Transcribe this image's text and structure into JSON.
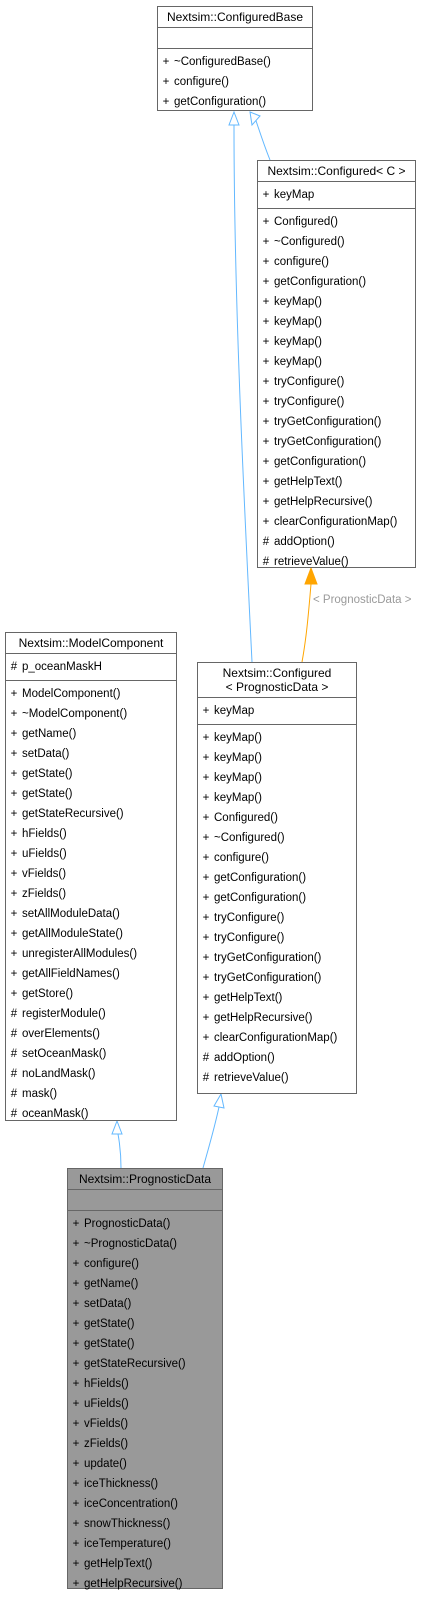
{
  "diagram": {
    "edge_label": "< PrognosticData >",
    "boxes": {
      "configured_base": {
        "title": "Nextsim::ConfiguredBase",
        "attributes": [],
        "methods": [
          {
            "v": "+",
            "n": "~ConfiguredBase()"
          },
          {
            "v": "+",
            "n": "configure()"
          },
          {
            "v": "+",
            "n": "getConfiguration()"
          }
        ]
      },
      "configured_c": {
        "title": "Nextsim::Configured< C >",
        "attributes": [
          {
            "v": "+",
            "n": "keyMap"
          }
        ],
        "methods": [
          {
            "v": "+",
            "n": "Configured()"
          },
          {
            "v": "+",
            "n": "~Configured()"
          },
          {
            "v": "+",
            "n": "configure()"
          },
          {
            "v": "+",
            "n": "getConfiguration()"
          },
          {
            "v": "+",
            "n": "keyMap()"
          },
          {
            "v": "+",
            "n": "keyMap()"
          },
          {
            "v": "+",
            "n": "keyMap()"
          },
          {
            "v": "+",
            "n": "keyMap()"
          },
          {
            "v": "+",
            "n": "tryConfigure()"
          },
          {
            "v": "+",
            "n": "tryConfigure()"
          },
          {
            "v": "+",
            "n": "tryGetConfiguration()"
          },
          {
            "v": "+",
            "n": "tryGetConfiguration()"
          },
          {
            "v": "+",
            "n": "getConfiguration()"
          },
          {
            "v": "+",
            "n": "getHelpText()"
          },
          {
            "v": "+",
            "n": "getHelpRecursive()"
          },
          {
            "v": "+",
            "n": "clearConfigurationMap()"
          },
          {
            "v": "#",
            "n": "addOption()"
          },
          {
            "v": "#",
            "n": "retrieveValue()"
          }
        ]
      },
      "model_component": {
        "title": "Nextsim::ModelComponent",
        "attributes": [
          {
            "v": "#",
            "n": "p_oceanMaskH"
          }
        ],
        "methods": [
          {
            "v": "+",
            "n": "ModelComponent()"
          },
          {
            "v": "+",
            "n": "~ModelComponent()"
          },
          {
            "v": "+",
            "n": "getName()"
          },
          {
            "v": "+",
            "n": "setData()"
          },
          {
            "v": "+",
            "n": "getState()"
          },
          {
            "v": "+",
            "n": "getState()"
          },
          {
            "v": "+",
            "n": "getStateRecursive()"
          },
          {
            "v": "+",
            "n": "hFields()"
          },
          {
            "v": "+",
            "n": "uFields()"
          },
          {
            "v": "+",
            "n": "vFields()"
          },
          {
            "v": "+",
            "n": "zFields()"
          },
          {
            "v": "+",
            "n": "setAllModuleData()"
          },
          {
            "v": "+",
            "n": "getAllModuleState()"
          },
          {
            "v": "+",
            "n": "unregisterAllModules()"
          },
          {
            "v": "+",
            "n": "getAllFieldNames()"
          },
          {
            "v": "+",
            "n": "getStore()"
          },
          {
            "v": "#",
            "n": "registerModule()"
          },
          {
            "v": "#",
            "n": "overElements()"
          },
          {
            "v": "#",
            "n": "setOceanMask()"
          },
          {
            "v": "#",
            "n": "noLandMask()"
          },
          {
            "v": "#",
            "n": "mask()"
          },
          {
            "v": "#",
            "n": "oceanMask()"
          }
        ]
      },
      "configured_pd": {
        "title_line1": "Nextsim::Configured",
        "title_line2": "< PrognosticData >",
        "attributes": [
          {
            "v": "+",
            "n": "keyMap"
          }
        ],
        "methods": [
          {
            "v": "+",
            "n": "keyMap()"
          },
          {
            "v": "+",
            "n": "keyMap()"
          },
          {
            "v": "+",
            "n": "keyMap()"
          },
          {
            "v": "+",
            "n": "keyMap()"
          },
          {
            "v": "+",
            "n": "Configured()"
          },
          {
            "v": "+",
            "n": "~Configured()"
          },
          {
            "v": "+",
            "n": "configure()"
          },
          {
            "v": "+",
            "n": "getConfiguration()"
          },
          {
            "v": "+",
            "n": "getConfiguration()"
          },
          {
            "v": "+",
            "n": "tryConfigure()"
          },
          {
            "v": "+",
            "n": "tryConfigure()"
          },
          {
            "v": "+",
            "n": "tryGetConfiguration()"
          },
          {
            "v": "+",
            "n": "tryGetConfiguration()"
          },
          {
            "v": "+",
            "n": "getHelpText()"
          },
          {
            "v": "+",
            "n": "getHelpRecursive()"
          },
          {
            "v": "+",
            "n": "clearConfigurationMap()"
          },
          {
            "v": "#",
            "n": "addOption()"
          },
          {
            "v": "#",
            "n": "retrieveValue()"
          }
        ]
      },
      "prognostic_data": {
        "title": "Nextsim::PrognosticData",
        "attributes": [],
        "methods": [
          {
            "v": "+",
            "n": "PrognosticData()"
          },
          {
            "v": "+",
            "n": "~PrognosticData()"
          },
          {
            "v": "+",
            "n": "configure()"
          },
          {
            "v": "+",
            "n": "getName()"
          },
          {
            "v": "+",
            "n": "setData()"
          },
          {
            "v": "+",
            "n": "getState()"
          },
          {
            "v": "+",
            "n": "getState()"
          },
          {
            "v": "+",
            "n": "getStateRecursive()"
          },
          {
            "v": "+",
            "n": "hFields()"
          },
          {
            "v": "+",
            "n": "uFields()"
          },
          {
            "v": "+",
            "n": "vFields()"
          },
          {
            "v": "+",
            "n": "zFields()"
          },
          {
            "v": "+",
            "n": "update()"
          },
          {
            "v": "+",
            "n": "iceThickness()"
          },
          {
            "v": "+",
            "n": "iceConcentration()"
          },
          {
            "v": "+",
            "n": "snowThickness()"
          },
          {
            "v": "+",
            "n": "iceTemperature()"
          },
          {
            "v": "+",
            "n": "getHelpText()"
          },
          {
            "v": "+",
            "n": "getHelpRecursive()"
          }
        ]
      }
    },
    "colors": {
      "inheritance_edge": "#63b8ff",
      "template_edge": "#ffa500",
      "focus_fill": "#999999",
      "border": "#666666",
      "edge_label": "#9a9a9a"
    }
  }
}
